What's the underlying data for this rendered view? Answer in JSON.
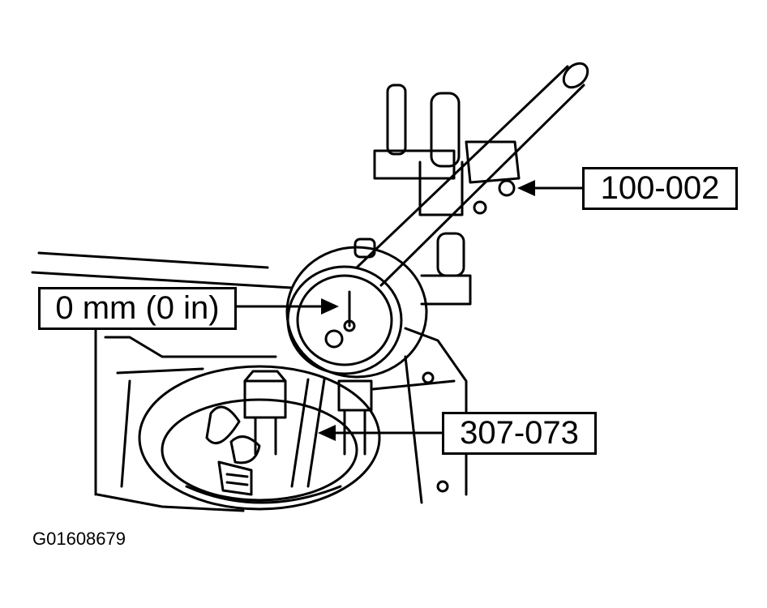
{
  "figure": {
    "id": "G01608679"
  },
  "callouts": {
    "tool_1": "100-002",
    "reading": "0 mm (0 in)",
    "tool_2": "307-073"
  }
}
